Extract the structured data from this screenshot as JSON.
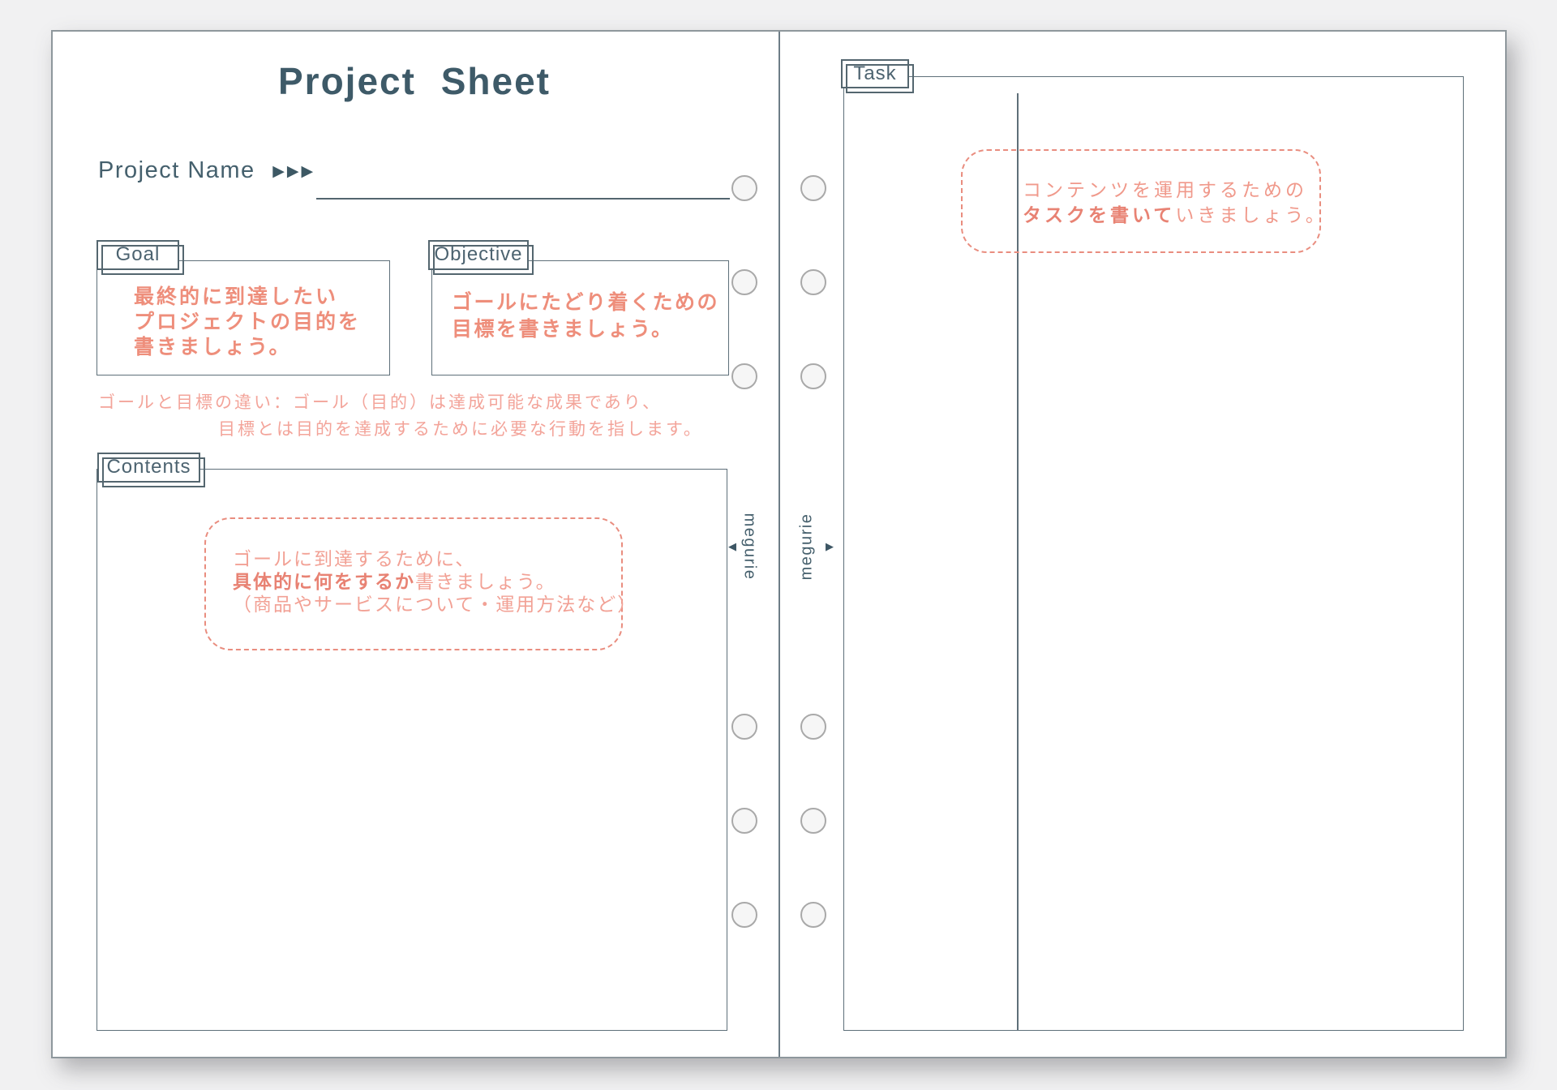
{
  "colors": {
    "slate_text": "#3e5a68",
    "frame_line": "#5e6f79",
    "coral": "#ee8e7b",
    "coral_bold": "#e88273",
    "coral_light": "#f3a49a",
    "coral_dash": "#e98d7f"
  },
  "sheet": {
    "title": "Project Sheet",
    "project_name": {
      "label": "Project Name",
      "arrows": "▶▶▶"
    },
    "goal": {
      "tab": "Goal",
      "lines": [
        "最終的に到達したい",
        "プロジェクトの目的を",
        "書きましょう。"
      ]
    },
    "objective": {
      "tab": "Objective",
      "lines": [
        "ゴールにたどり着くための",
        "目標を書きましょう。"
      ]
    },
    "note": {
      "line1": "ゴールと目標の違い：ゴール（目的）は達成可能な成果であり、",
      "line2": "目標とは目的を達成するために必要な行動を指します。"
    },
    "contents": {
      "tab": "Contents",
      "hint": {
        "line1": "ゴールに到達するために、",
        "line2_bold": "具体的に何をするか",
        "line2_rest": "書きましょう。",
        "line3": "（商品やサービスについて・運用方法など）"
      }
    },
    "task": {
      "tab": "Task",
      "hint": {
        "line1": "コンテンツを運用するための",
        "line2_bold": "タスクを書いて",
        "line2_rest": "いきましょう。"
      }
    },
    "brand": "megurie",
    "icons": {
      "left_triangle": "◀",
      "right_triangle": "▶"
    }
  }
}
